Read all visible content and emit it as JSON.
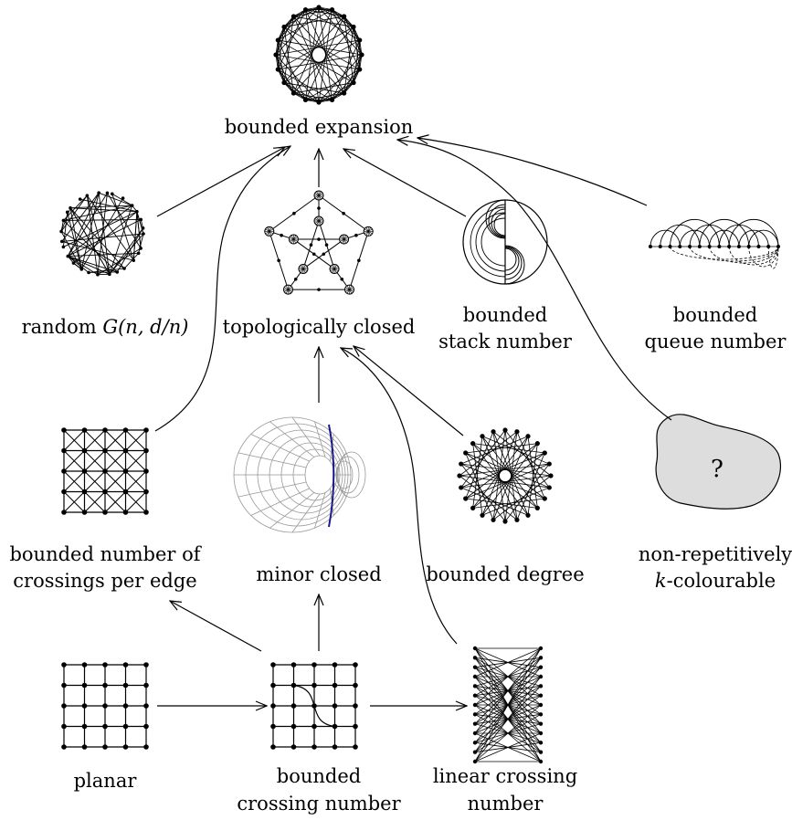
{
  "labels": {
    "bounded_expansion": "bounded expansion",
    "random_prefix": "random ",
    "random_math": "G(n, d/n)",
    "topologically_closed": "topologically closed",
    "bounded_stack_1": "bounded",
    "bounded_stack_2": "stack number",
    "bounded_queue_1": "bounded",
    "bounded_queue_2": "queue number",
    "crossings_per_edge_1": "bounded number of",
    "crossings_per_edge_2": "crossings per edge",
    "minor_closed": "minor closed",
    "bounded_degree": "bounded degree",
    "nonrep_1": "non-repetitively",
    "nonrep_2_math": "k",
    "nonrep_2_rest": "-colourable",
    "planar": "planar",
    "bounded_crossing_1": "bounded",
    "bounded_crossing_2": "crossing number",
    "linear_crossing_1": "linear crossing",
    "linear_crossing_2": "number",
    "question_mark": "?"
  },
  "colors": {
    "ink": "#000000",
    "blob_fill": "#dddddd",
    "mesh": "#999999",
    "mesh_accent": "#1a1a8a"
  },
  "edges": [
    {
      "from": "random",
      "to": "bounded expansion"
    },
    {
      "from": "topologically closed",
      "to": "bounded expansion"
    },
    {
      "from": "bounded stack number",
      "to": "bounded expansion"
    },
    {
      "from": "bounded queue number",
      "to": "bounded expansion"
    },
    {
      "from": "bounded number of crossings per edge",
      "to": "bounded expansion"
    },
    {
      "from": "non-repetitively k-colourable",
      "to": "bounded expansion"
    },
    {
      "from": "minor closed",
      "to": "topologically closed"
    },
    {
      "from": "bounded degree",
      "to": "topologically closed"
    },
    {
      "from": "linear crossing number",
      "to": "topologically closed"
    },
    {
      "from": "bounded crossing number",
      "to": "minor closed"
    },
    {
      "from": "bounded crossing number",
      "to": "bounded number of crossings per edge"
    },
    {
      "from": "planar",
      "to": "bounded crossing number"
    },
    {
      "from": "bounded crossing number",
      "to": "linear crossing number"
    }
  ]
}
